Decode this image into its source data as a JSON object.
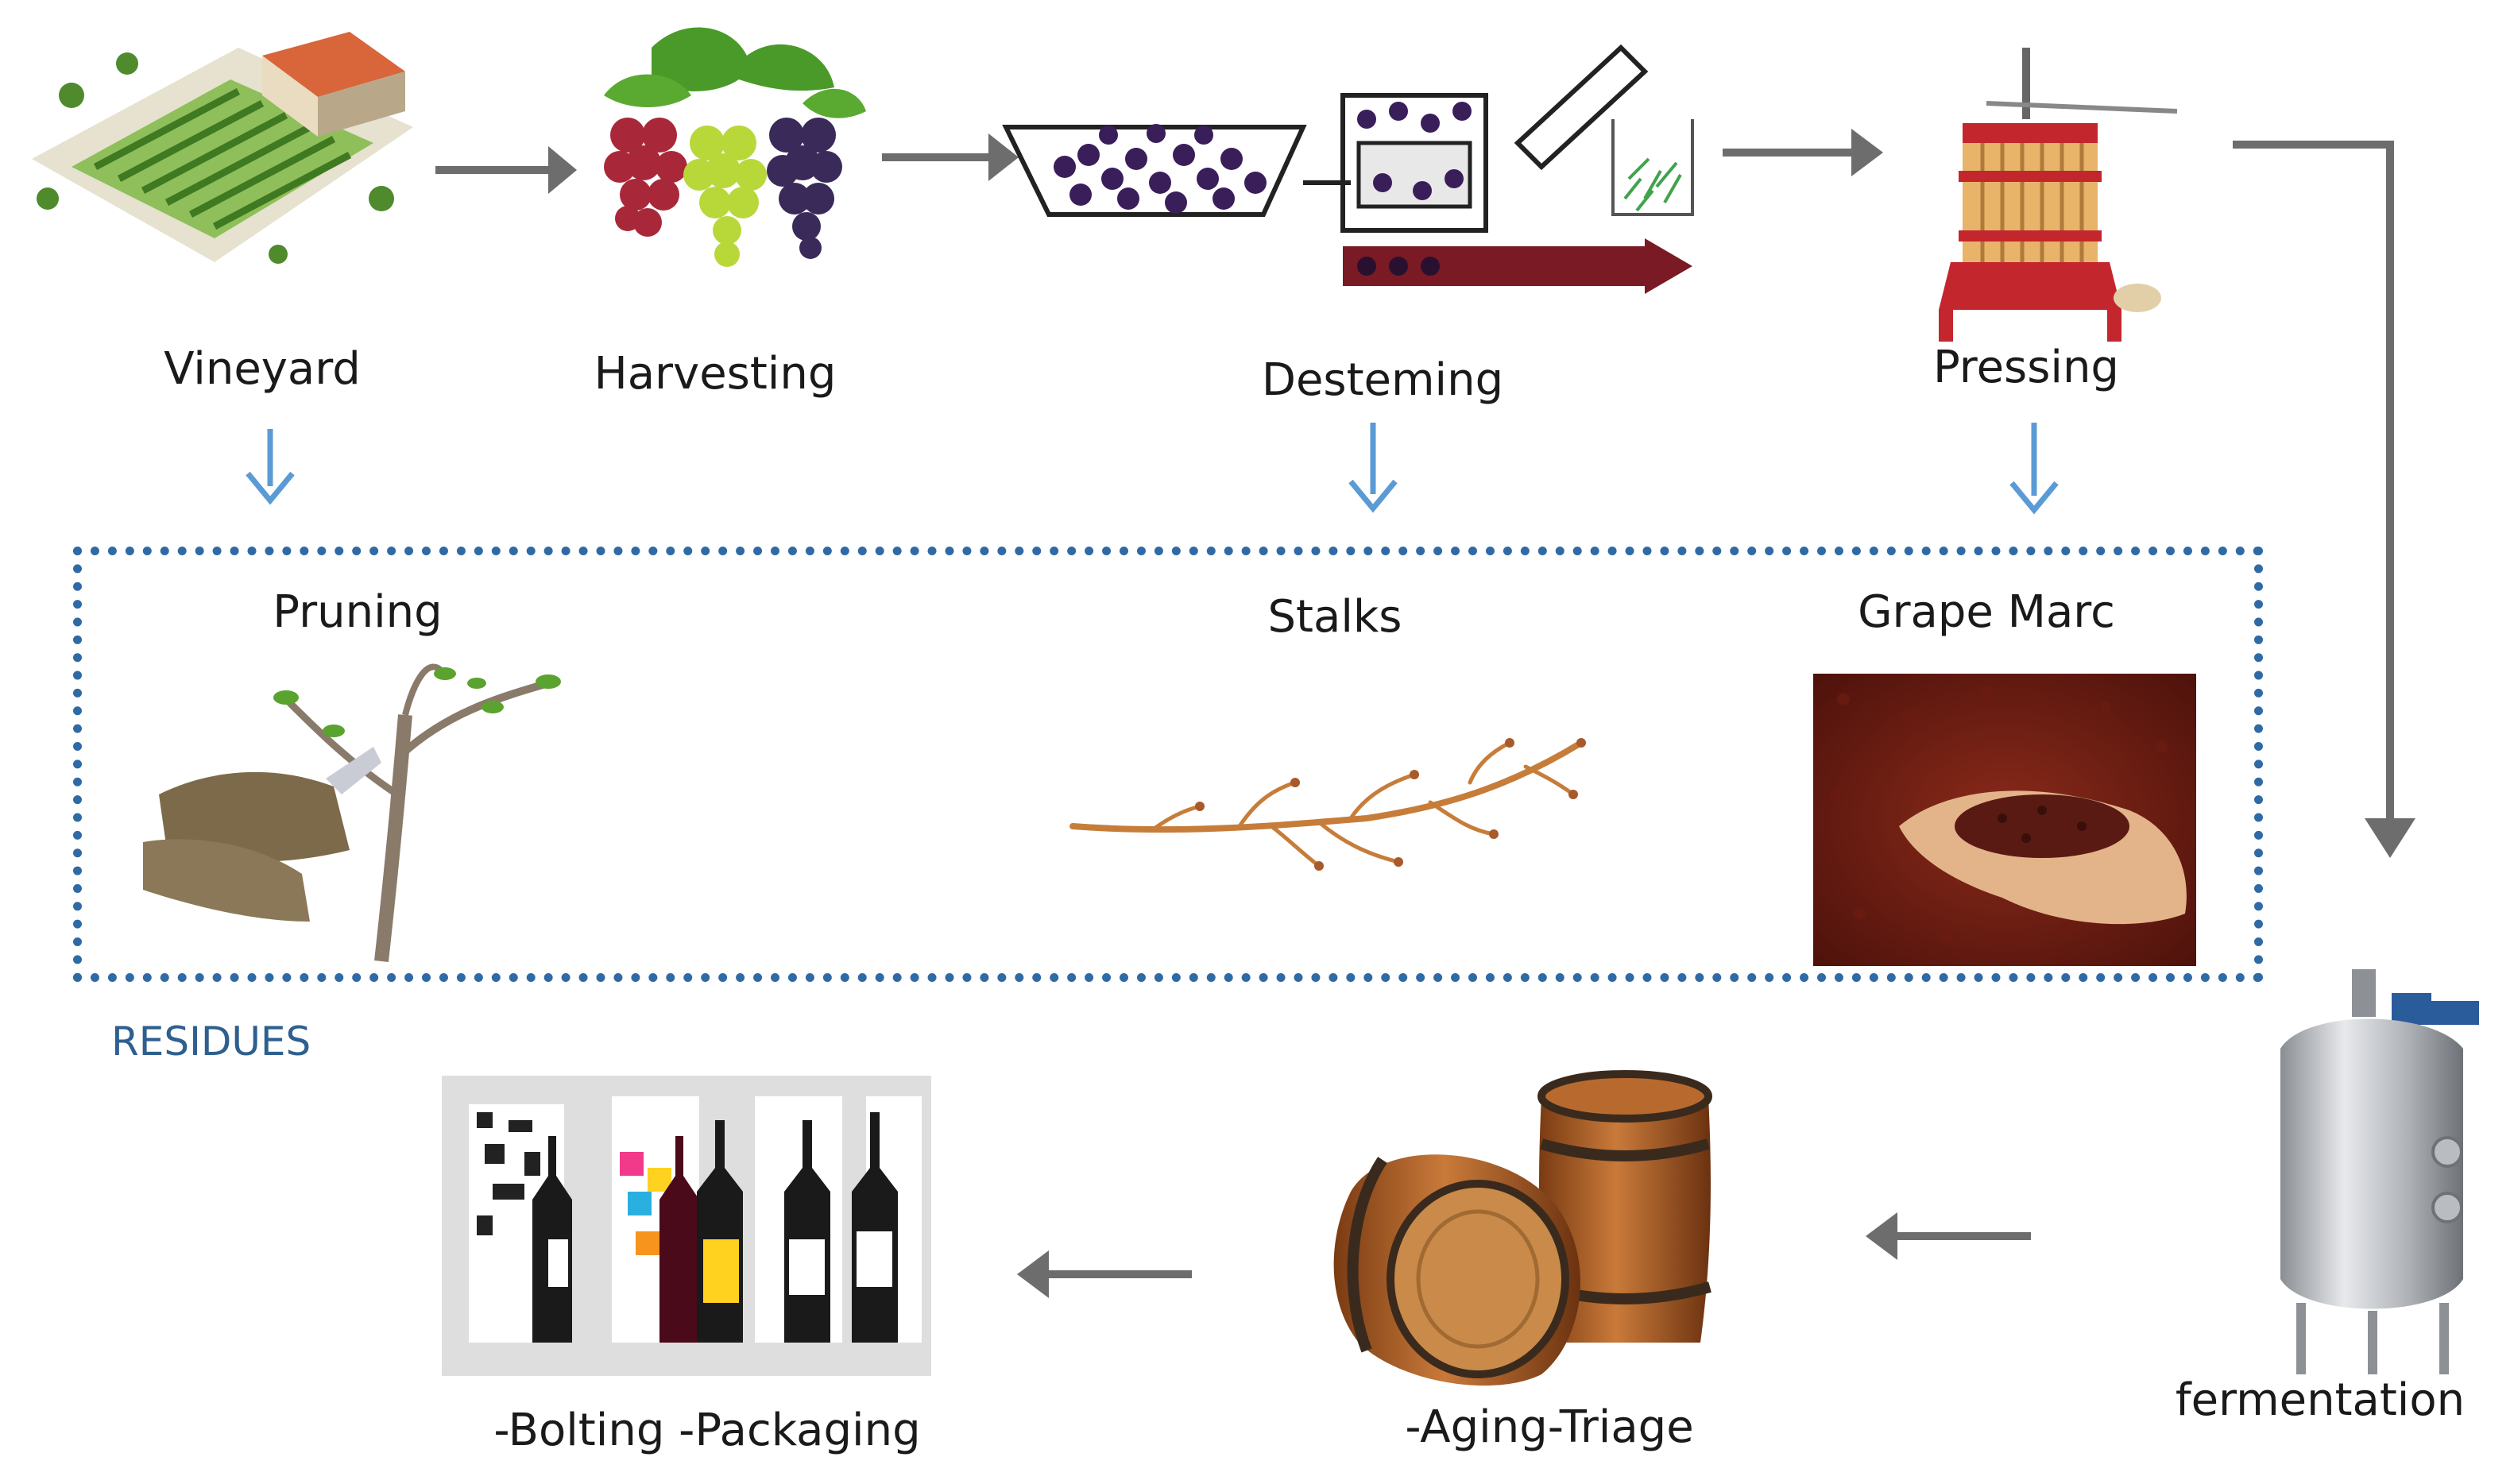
{
  "stages": {
    "vineyard": "Vineyard",
    "harvesting": "Harvesting",
    "desteming": "Desteming",
    "pressing": "Pressing",
    "fermentation": "fermentation",
    "aging": "-Aging-Triage",
    "bottling": "-Bolting  -Packaging"
  },
  "residues": {
    "title": "RESIDUES",
    "pruning": "Pruning",
    "stalks": "Stalks",
    "grape_marc": "Grape Marc"
  },
  "colors": {
    "process_arrow": "#6d6d6d",
    "residue_arrow": "#5b9bd5",
    "dotted_box": "#2f6aa5",
    "residues_text": "#2e5f8f"
  }
}
